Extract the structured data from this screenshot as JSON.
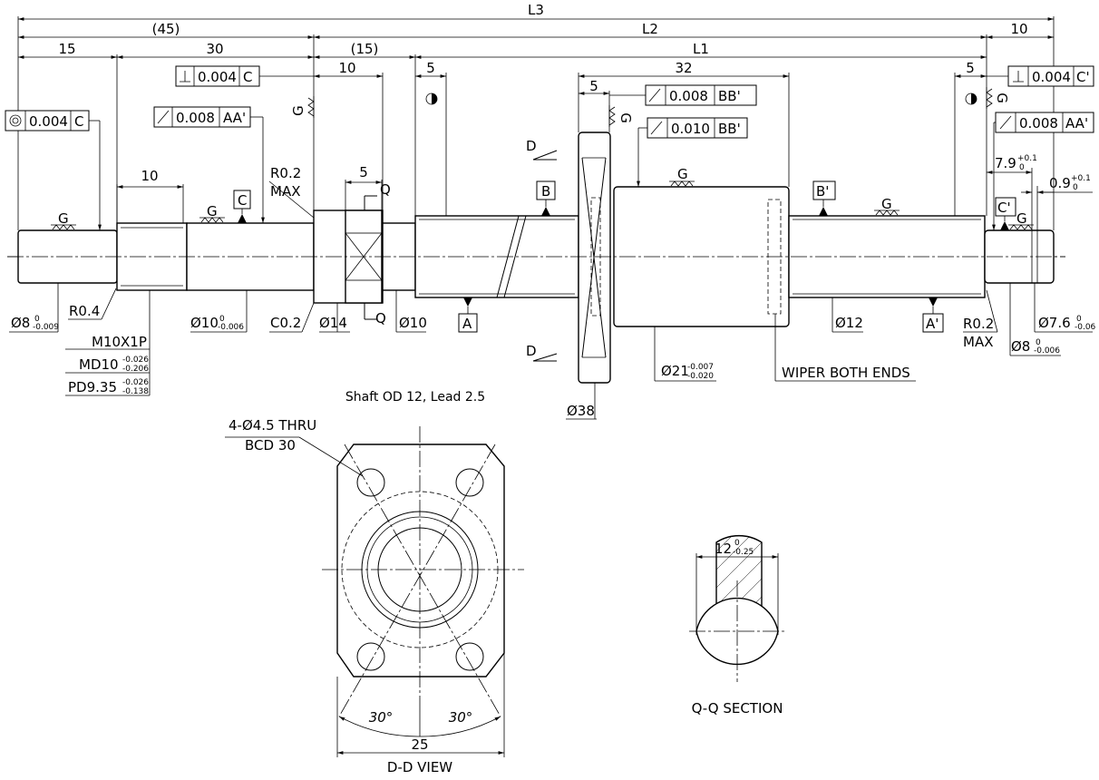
{
  "dims": {
    "L3": "L3",
    "L2": "L2",
    "L1": "L1",
    "d45": "(45)",
    "d15a": "15",
    "d30": "30",
    "d15b": "(15)",
    "d10a": "10",
    "d10end": "10",
    "d5a": "5",
    "d5b": "5",
    "d5c": "5",
    "d5d": "5",
    "d32": "32",
    "d10b": "10",
    "d7_9": "7.9",
    "d7_9_up": "+0.1",
    "d7_9_lo": "0",
    "d0_9": "0.9",
    "d0_9_up": "+0.1",
    "d0_9_lo": "0",
    "phi8L": "Ø8",
    "phi8L_up": "0",
    "phi8L_lo": "-0.009",
    "R04": "R0.4",
    "phi10": "Ø10",
    "phi10_up": "0",
    "phi10_lo": "-0.006",
    "C02": "C0.2",
    "phi14": "Ø14",
    "phi10b": "Ø10",
    "phi12": "Ø12",
    "phi21": "Ø21",
    "phi21_up": "-0.007",
    "phi21_lo": "-0.020",
    "phi38": "Ø38",
    "R02a": "R0.2",
    "MAXa": "MAX",
    "R02b": "R0.2",
    "MAXb": "MAX",
    "phi8R": "Ø8",
    "phi8R_up": "0",
    "phi8R_lo": "-0.006",
    "phi76": "Ø7.6",
    "phi76_up": "0",
    "phi76_lo": "-0.06",
    "M10": "M10X1P",
    "MD10": "MD10",
    "MD10_up": "-0.026",
    "MD10_lo": "-0.206",
    "PD": "PD9.35",
    "PD_up": "-0.026",
    "PD_lo": "-0.138",
    "d25": "25",
    "ang1": "30°",
    "ang2": "30°",
    "d12": "12",
    "d12_up": "0",
    "d12_lo": "-0.25"
  },
  "tolerances": {
    "conc_val": "0.004",
    "conc_ref": "C",
    "perp1_val": "0.004",
    "perp1_ref": "C",
    "run1_val": "0.008",
    "run1_ref": "AA'",
    "run2_val": "0.008",
    "run2_ref": "BB'",
    "run3_val": "0.010",
    "run3_ref": "BB'",
    "perp2_val": "0.004",
    "perp2_ref": "C'",
    "run4_val": "0.008",
    "run4_ref": "AA'"
  },
  "datums": {
    "A": "A",
    "A2": "A'",
    "B": "B",
    "B2": "B'",
    "C": "C",
    "C2": "C'"
  },
  "labels": {
    "G": "G",
    "Q": "Q",
    "D": "D",
    "subtitle": "Shaft OD 12, Lead 2.5",
    "wiper": "WIPER BOTH ENDS",
    "holes": "4-Ø4.5 THRU",
    "bcd": "BCD 30",
    "dd_view": "D-D VIEW",
    "qq_section": "Q-Q SECTION"
  }
}
